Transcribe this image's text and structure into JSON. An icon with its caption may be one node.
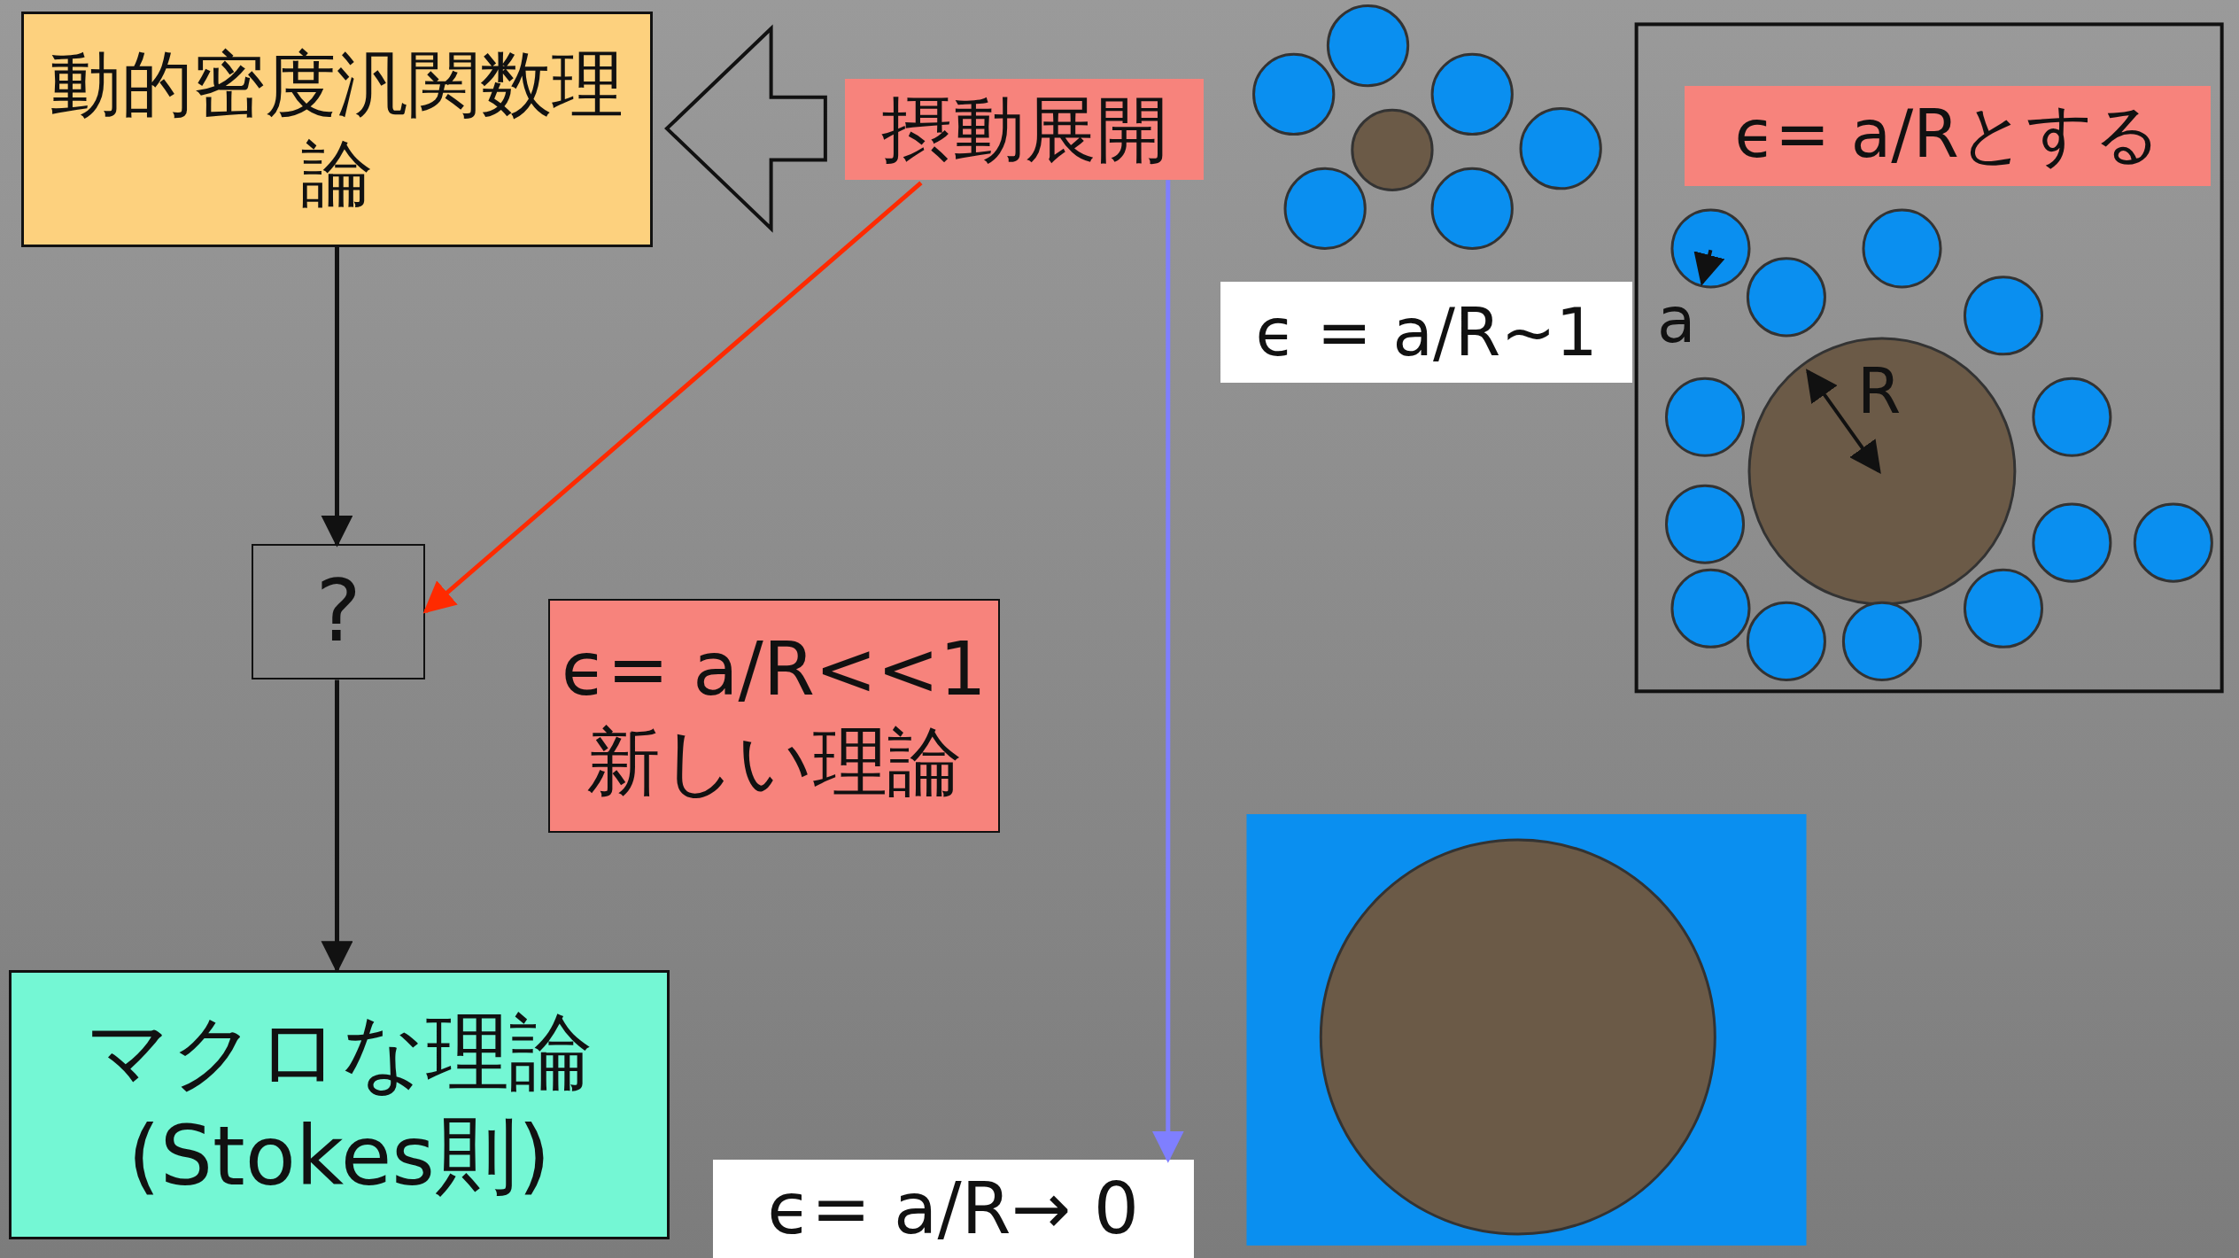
{
  "diagram": {
    "nodes": [
      {
        "text": [
          "動的密度汎関数理論"
        ]
      },
      {
        "text": [
          "摂動展開"
        ]
      },
      {
        "text": [
          "?"
        ]
      },
      {
        "text": [
          "ϵ= a/R<<1",
          "新しい理論"
        ]
      },
      {
        "text": [
          "マクロな理論(Stokes則)"
        ]
      },
      {
        "text": [
          "ϵ= a/R→ 0"
        ]
      }
    ],
    "edges": [
      {
        "from": 1,
        "to": 0,
        "arrow": "to",
        "style": "thick"
      },
      {
        "from": 0,
        "to": 2,
        "arrow": "to"
      },
      {
        "from": 2,
        "to": 4,
        "arrow": "to"
      },
      {
        "from": 1,
        "to": 2,
        "arrow": "to",
        "color": "#ff2a00"
      },
      {
        "from": 1,
        "to": 5,
        "arrow": "to",
        "color": "#7f7fff"
      }
    ],
    "labels": [
      "ϵ = a/R~1",
      "ϵ= a/Rとする",
      "a",
      "R"
    ]
  }
}
